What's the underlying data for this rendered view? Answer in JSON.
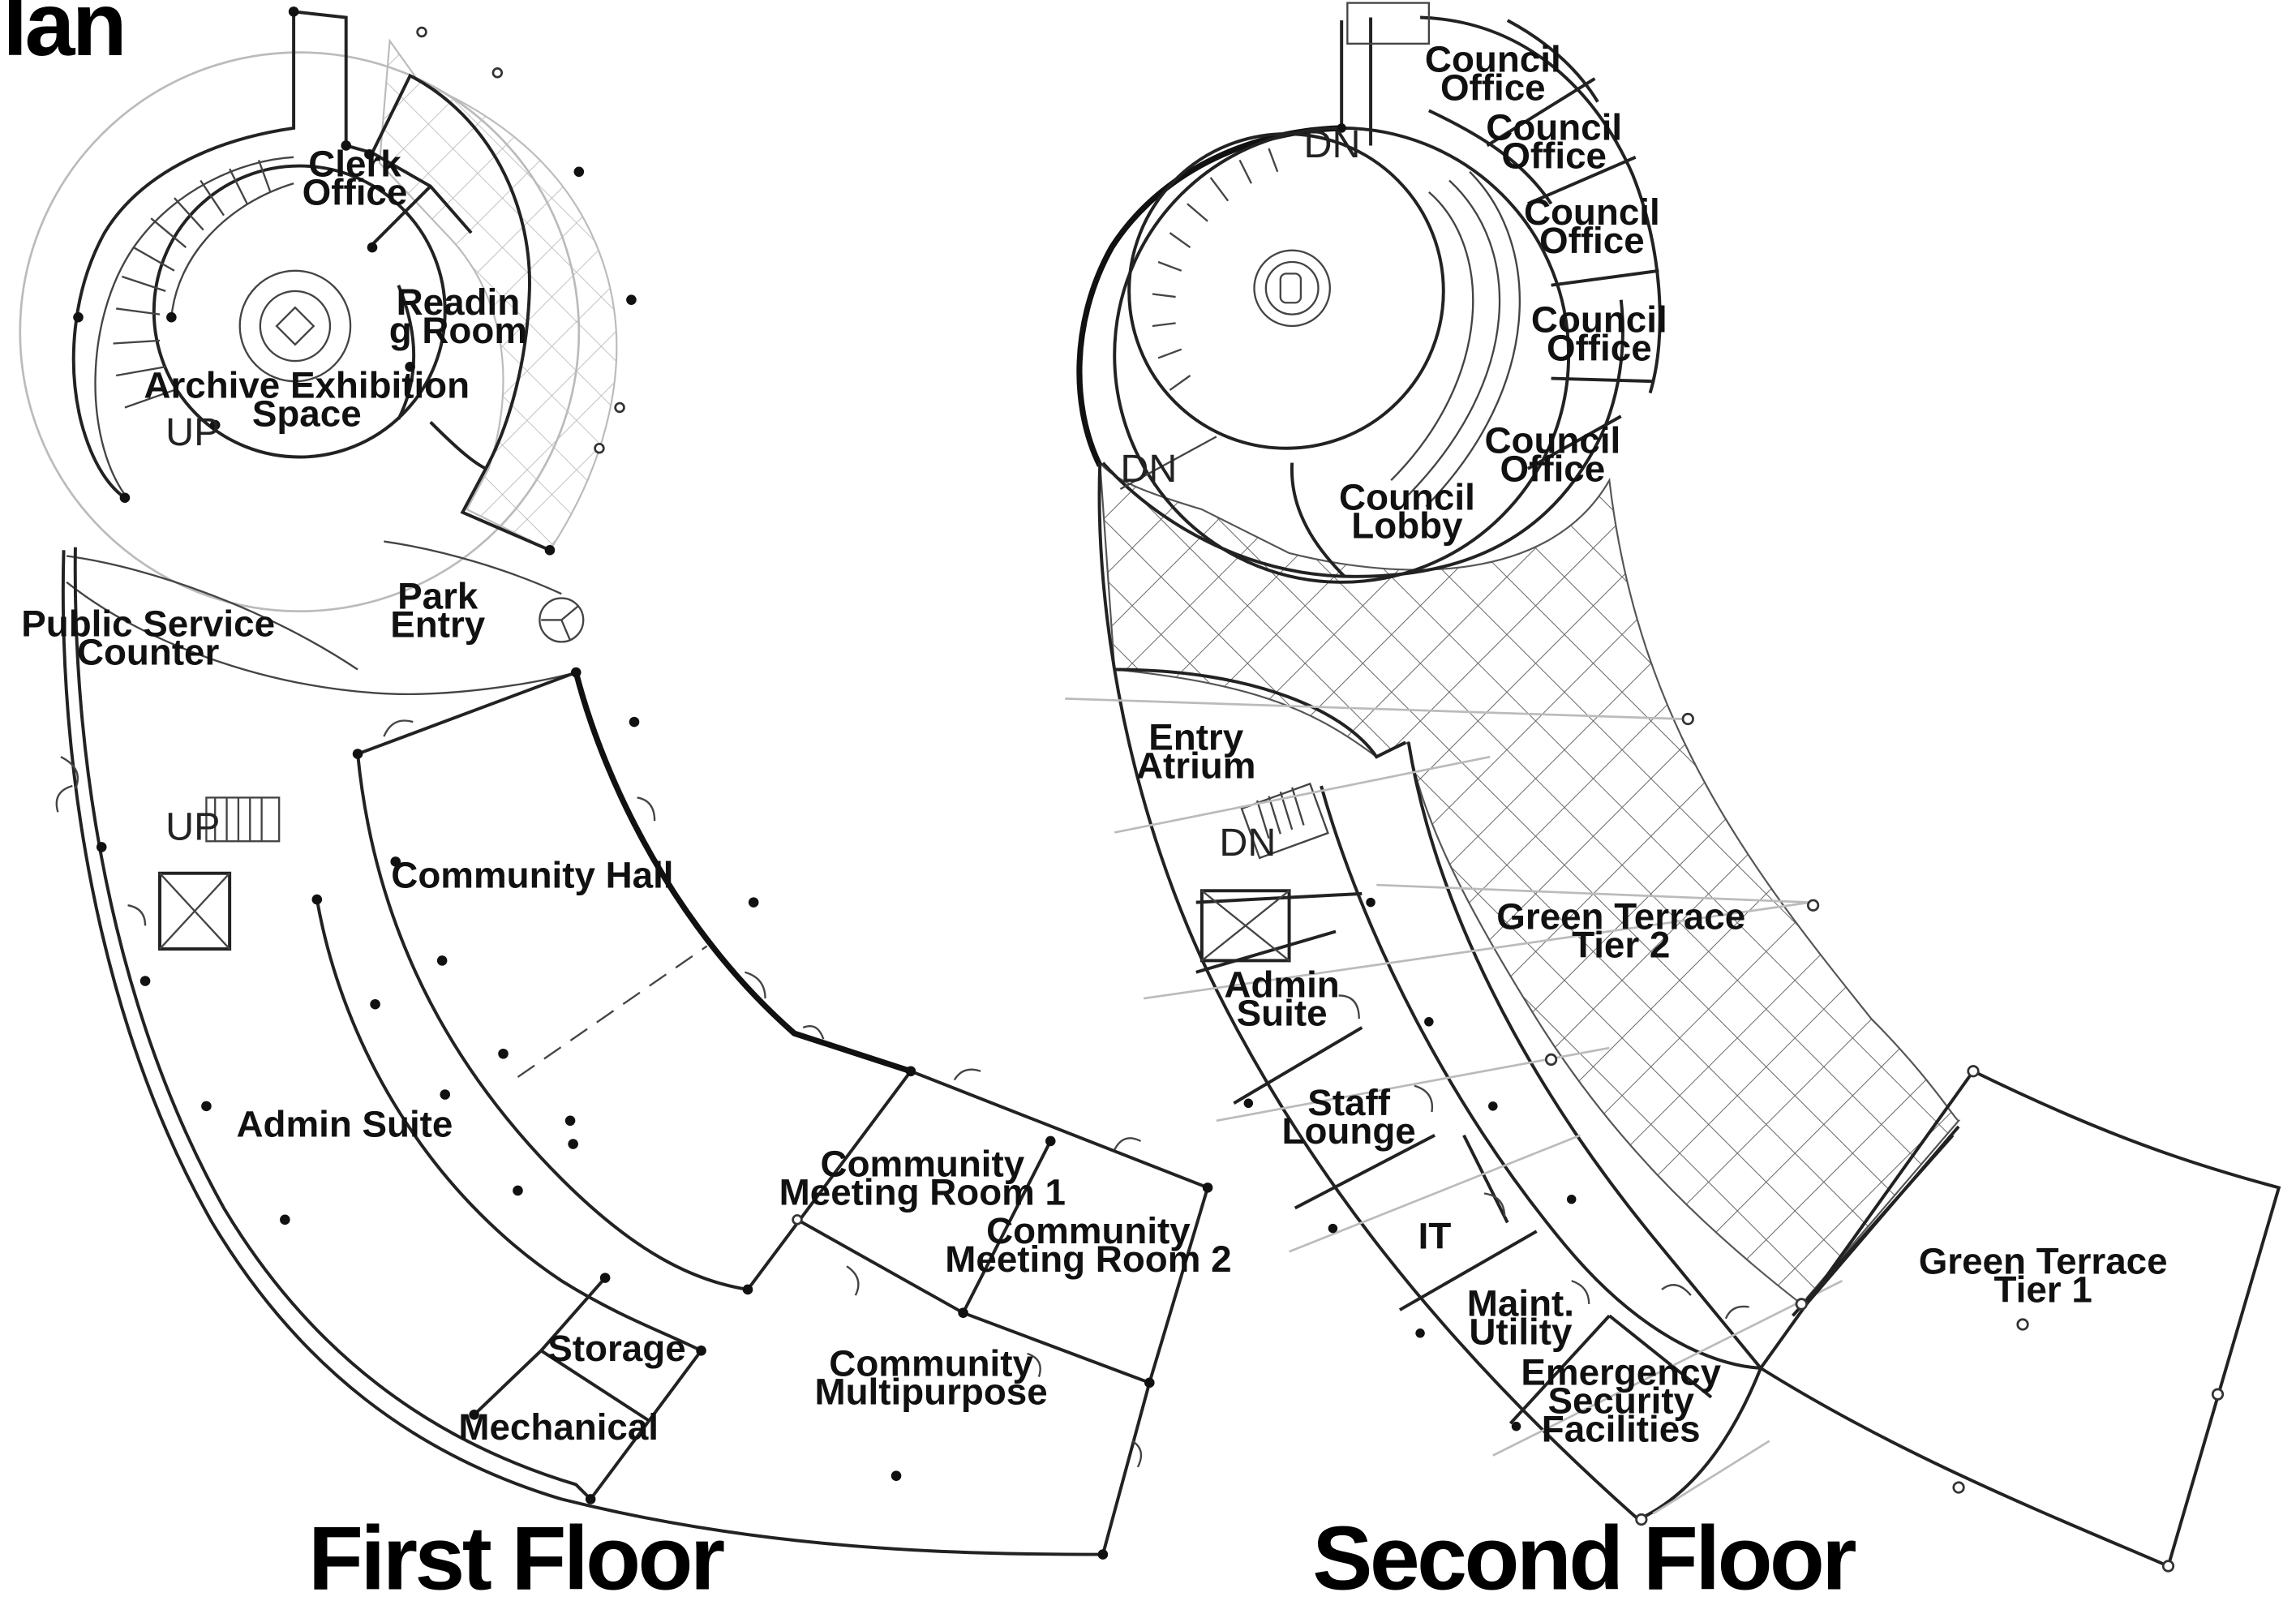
{
  "page_title": "lan",
  "floors": {
    "first": {
      "title": "First Floor",
      "rooms": [
        {
          "lines": [
            "Clerk",
            "Office"
          ]
        },
        {
          "lines": [
            "Readin",
            "g Room"
          ]
        },
        {
          "lines": [
            "Archive Exhibition",
            "Space"
          ]
        },
        {
          "lines": [
            "Park",
            "Entry"
          ]
        },
        {
          "lines": [
            "Public Service",
            "Counter"
          ]
        },
        {
          "lines": [
            "Community Hall"
          ]
        },
        {
          "lines": [
            "Admin Suite"
          ]
        },
        {
          "lines": [
            "Community",
            "Meeting Room 1"
          ]
        },
        {
          "lines": [
            "Community",
            "Meeting Room 2"
          ]
        },
        {
          "lines": [
            "Storage"
          ]
        },
        {
          "lines": [
            "Mechanical"
          ]
        },
        {
          "lines": [
            "Community",
            "Multipurpose"
          ]
        }
      ],
      "stair_labels": [
        "UP",
        "UP"
      ]
    },
    "second": {
      "title": "Second Floor",
      "rooms": [
        {
          "lines": [
            "Council",
            "Office"
          ]
        },
        {
          "lines": [
            "Council",
            "Office"
          ]
        },
        {
          "lines": [
            "Council",
            "Office"
          ]
        },
        {
          "lines": [
            "Council",
            "Office"
          ]
        },
        {
          "lines": [
            "Council",
            "Office"
          ]
        },
        {
          "lines": [
            "Council",
            "Lobby"
          ]
        },
        {
          "lines": [
            "Entry",
            "Atrium"
          ]
        },
        {
          "lines": [
            "Green Terrace",
            "Tier 2"
          ]
        },
        {
          "lines": [
            "Admin",
            "Suite"
          ]
        },
        {
          "lines": [
            "Staff",
            "Lounge"
          ]
        },
        {
          "lines": [
            "IT"
          ]
        },
        {
          "lines": [
            "Maint.",
            "Utility"
          ]
        },
        {
          "lines": [
            "Emergency",
            "Security",
            "Facilities"
          ]
        },
        {
          "lines": [
            "Green Terrace",
            "Tier 1"
          ]
        }
      ],
      "stair_labels": [
        "DN",
        "DN",
        "DN"
      ]
    }
  }
}
